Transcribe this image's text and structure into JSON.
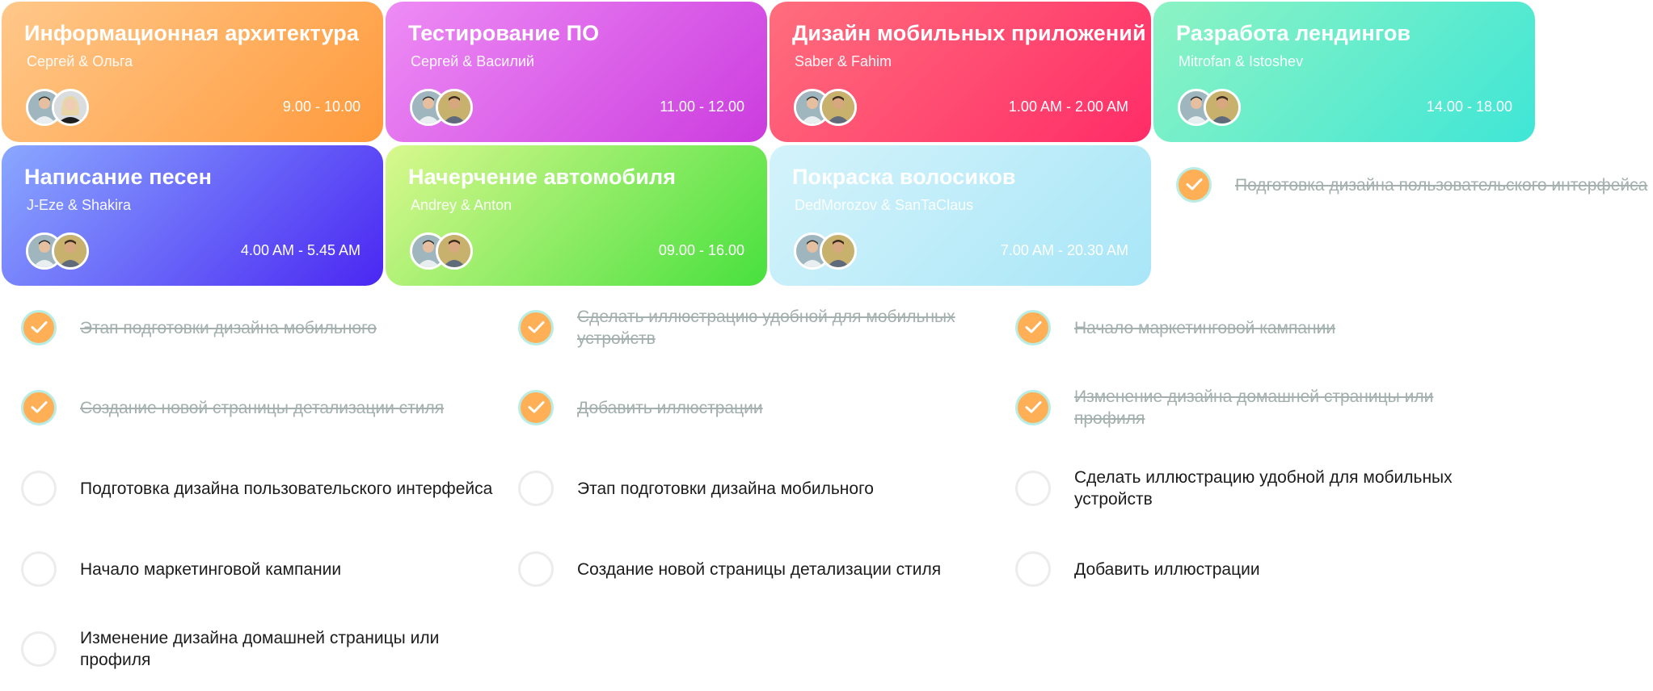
{
  "cards": [
    {
      "title": "Информационная архитектура",
      "people": "Сергей & Ольга",
      "time": "9.00 - 10.00",
      "gradient": [
        "#ffc88a",
        "#ff9a3c"
      ]
    },
    {
      "title": "Тестирование ПО",
      "people": "Сергей & Василий",
      "time": "11.00 - 12.00",
      "gradient": [
        "#ee8cf5",
        "#cb3cde"
      ]
    },
    {
      "title": "Дизайн мобильных приложений",
      "people": "Saber & Fahim",
      "time": "1.00 AM - 2.00 AM",
      "gradient": [
        "#ff6e7d",
        "#ff2c67"
      ]
    },
    {
      "title": "Разработа лендингов",
      "people": "Mitrofan & Istoshev",
      "time": "14.00 - 18.00",
      "gradient": [
        "#8df3c3",
        "#3fe6d6"
      ]
    },
    {
      "title": "Написание песен",
      "people": "J-Eze & Shakira",
      "time": "4.00 AM - 5.45 AM",
      "gradient": [
        "#8aa8ff",
        "#4a27f2"
      ]
    },
    {
      "title": "Начерчение автомобиля",
      "people": "Andrey & Anton",
      "time": "09.00 - 16.00",
      "gradient": [
        "#d9f88e",
        "#48e03e"
      ]
    },
    {
      "title": "Покраска волосиков",
      "people": "DedMorozov & SanTaClaus",
      "time": "7.00 AM - 20.30 AM",
      "gradient": [
        "#d4f3fb",
        "#a8e6f7"
      ]
    }
  ],
  "tasks": [
    {
      "text": "Подготовка дизайна пользовательского интерфейса",
      "done": true
    },
    {
      "text": "Этап подготовки дизайна мобильного",
      "done": true
    },
    {
      "text": "Сделать иллюстрацию удобной для мобильных устройств",
      "done": true
    },
    {
      "text": "Начало маркетинговой кампании",
      "done": true
    },
    {
      "text": "Создание новой страницы детализации стиля",
      "done": true
    },
    {
      "text": "Добавить иллюстрации",
      "done": true
    },
    {
      "text": "Изменение дизайна домашней страницы или профиля",
      "done": true
    },
    {
      "text": "Подготовка дизайна пользовательского интерфейса",
      "done": false
    },
    {
      "text": "Этап подготовки дизайна мобильного",
      "done": false
    },
    {
      "text": "Сделать иллюстрацию удобной для мобильных устройств",
      "done": false
    },
    {
      "text": "Начало маркетинговой кампании",
      "done": false
    },
    {
      "text": "Создание новой страницы детализации стиля",
      "done": false
    },
    {
      "text": "Добавить иллюстрации",
      "done": false
    },
    {
      "text": "Изменение дизайна домашней страницы или профиля",
      "done": false
    }
  ],
  "colors": {
    "check_fill": "#ffb057",
    "check_ring": "#b9ece4",
    "empty_ring": "#ececec"
  },
  "icons": {
    "check": "check-icon",
    "avatar": "avatar-photo"
  }
}
